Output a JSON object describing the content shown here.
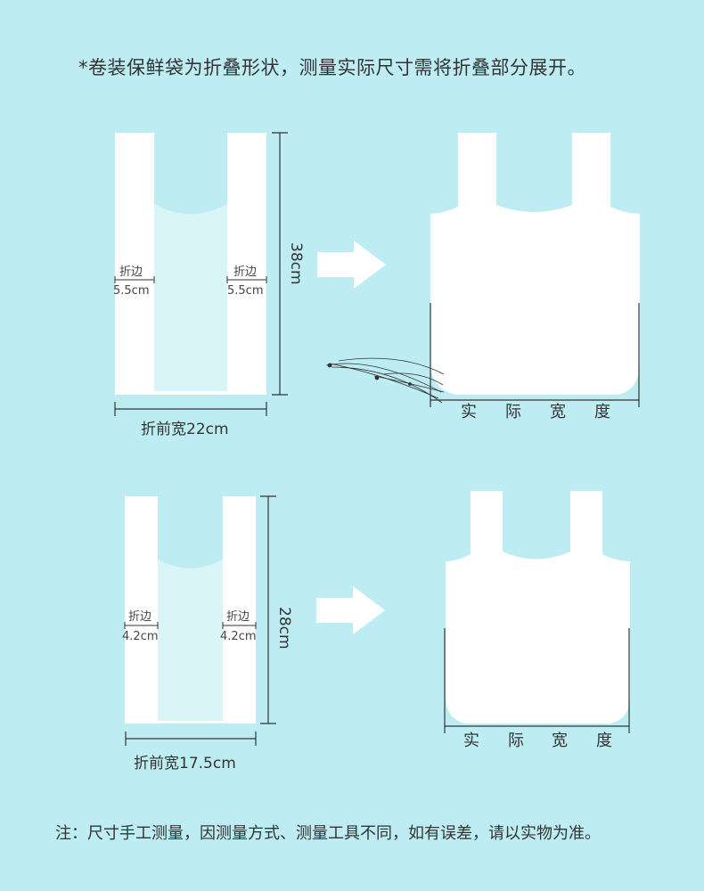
{
  "top_note": "*卷装保鲜袋为折叠形状，测量实际尺寸需将折叠部分展开。",
  "bottom_note": "注：尺寸手工测量，因测量方式、测量工具不同，如有误差，请以实物为准。",
  "colors": {
    "background": "#bdedf2",
    "bag": "#ffffff",
    "bag_inner": "#d9f5f8",
    "line": "#333333"
  },
  "large_bag": {
    "fold_label": "折边",
    "left_fold": "5.5cm",
    "right_fold": "5.5cm",
    "height": "38cm",
    "folded_width": "折前宽22cm",
    "actual_width_chars": [
      "实",
      "际",
      "宽",
      "度"
    ]
  },
  "small_bag": {
    "fold_label": "折边",
    "left_fold": "4.2cm",
    "right_fold": "4.2cm",
    "height": "28cm",
    "folded_width": "折前宽17.5cm",
    "actual_width_chars": [
      "实",
      "际",
      "宽",
      "度"
    ]
  }
}
